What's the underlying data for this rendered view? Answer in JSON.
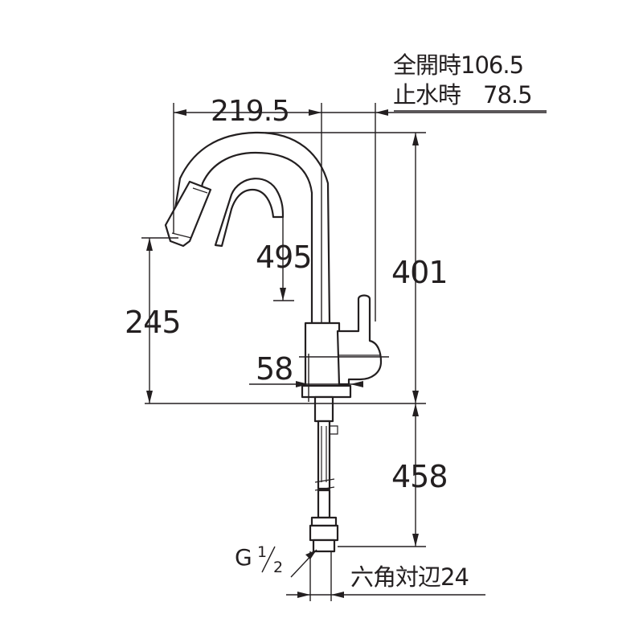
{
  "dimensions": {
    "spout_reach": "219.5",
    "open_full_label": "全開時106.5",
    "stop_water_label": "止水時　78.5",
    "spout_height_inner": "495",
    "total_height": "401",
    "outlet_height": "245",
    "body_width": "58",
    "hose_length": "458",
    "thread_label": "G",
    "thread_numerator": "1",
    "thread_denominator": "2",
    "hex_label": "六角対辺24"
  }
}
